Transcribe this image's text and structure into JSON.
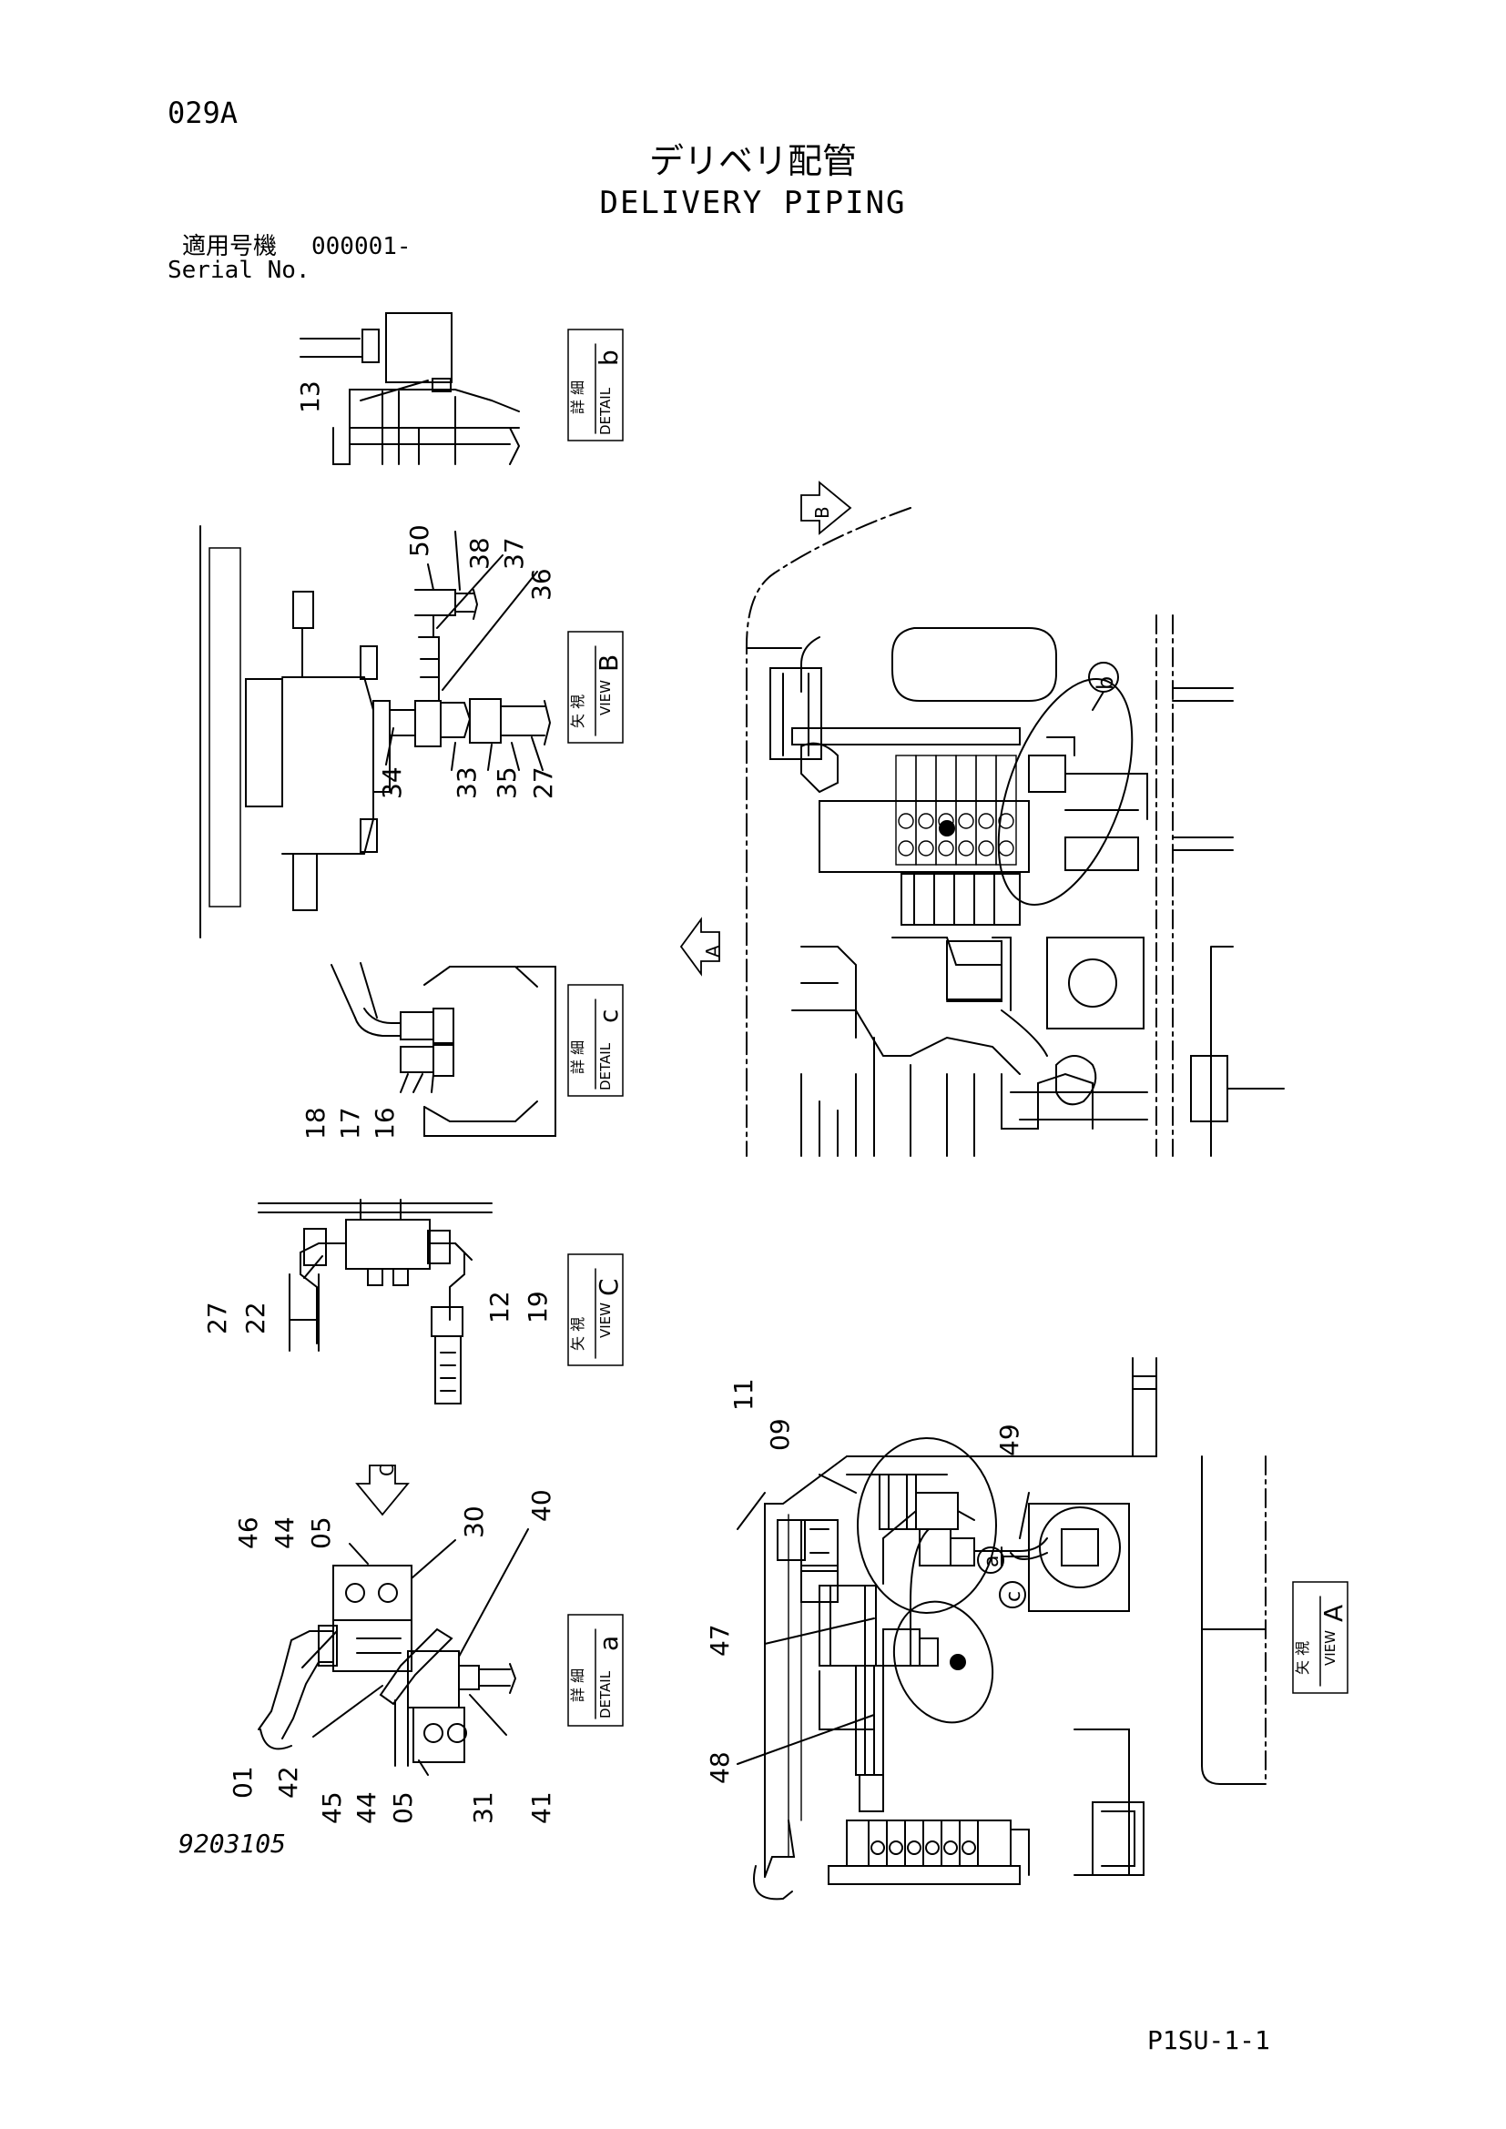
{
  "header": {
    "page_code": "029A",
    "title_jp": "デリベリ配管",
    "title_en": "DELIVERY PIPING",
    "serial_label_jp": "適用号機",
    "serial_value": "000001-",
    "serial_label_en": "Serial No."
  },
  "views": {
    "detail_b": {
      "jp": "詳 細",
      "en": "DETAIL",
      "letter": "b"
    },
    "view_b": {
      "jp": "矢 視",
      "en": "VIEW",
      "letter": "B"
    },
    "detail_c": {
      "jp": "詳 細",
      "en": "DETAIL",
      "letter": "c"
    },
    "view_c": {
      "jp": "矢 視",
      "en": "VIEW",
      "letter": "C"
    },
    "detail_a": {
      "jp": "詳 細",
      "en": "DETAIL",
      "letter": "a"
    },
    "view_a": {
      "jp": "矢 視",
      "en": "VIEW",
      "letter": "A"
    }
  },
  "markers": {
    "arrow_b": "B",
    "arrow_a": "A",
    "arrow_c": "C",
    "circle_b": "b",
    "circle_a": "a",
    "circle_c": "c"
  },
  "part_numbers": {
    "detail_b": [
      "13"
    ],
    "view_b": [
      "50",
      "38",
      "37",
      "36",
      "34",
      "33",
      "35",
      "27"
    ],
    "detail_c": [
      "18",
      "17",
      "16"
    ],
    "view_c": [
      "27",
      "22",
      "12",
      "19"
    ],
    "detail_a": [
      "46",
      "44",
      "05",
      "30",
      "40",
      "01",
      "42",
      "45",
      "44",
      "05",
      "31",
      "41"
    ],
    "view_a": [
      "11",
      "09",
      "49",
      "47",
      "48"
    ]
  },
  "footer": {
    "drawing_no": "9203105",
    "page_ref": "P1SU-1-1"
  }
}
